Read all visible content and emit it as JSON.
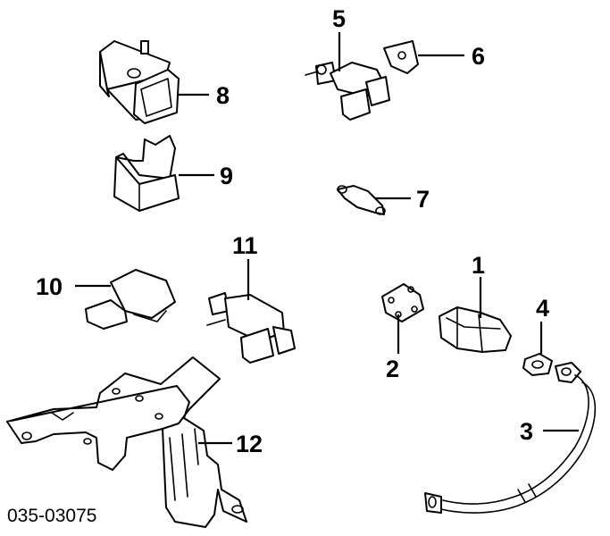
{
  "diagram": {
    "reference_code": "035-03075",
    "callouts": [
      "1",
      "2",
      "3",
      "4",
      "5",
      "6",
      "7",
      "8",
      "9",
      "10",
      "11",
      "12"
    ]
  },
  "colors": {
    "line": "#000000",
    "background": "#ffffff"
  }
}
